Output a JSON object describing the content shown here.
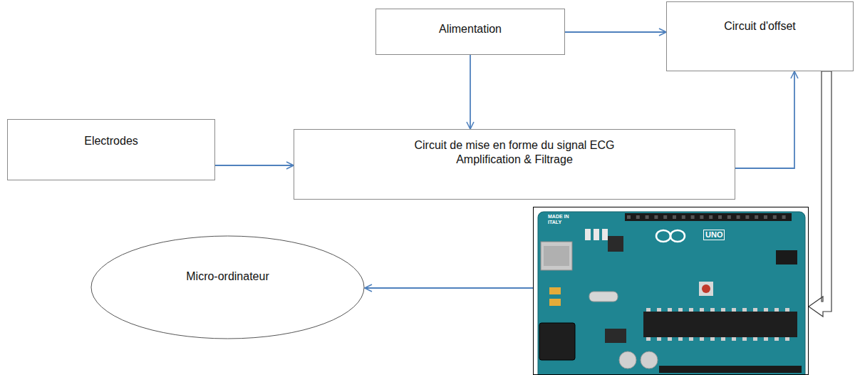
{
  "diagram": {
    "nodes": [
      {
        "text": [
          "Alimentation"
        ]
      },
      {
        "text": [
          "Circuit d'offset"
        ]
      },
      {
        "text": [
          "Electrodes"
        ]
      },
      {
        "text": [
          "Circuit de mise en forme du signal ECG",
          "Amplification & Filtrage"
        ]
      },
      {
        "text": [
          "MADE IN ITALY",
          "UNO"
        ]
      },
      {
        "text": [
          "Micro-ordinateur"
        ]
      }
    ],
    "edges": [
      {
        "from": 0,
        "to": 1,
        "arrow": "to"
      },
      {
        "from": 0,
        "to": 3,
        "arrow": "to"
      },
      {
        "from": 2,
        "to": 3,
        "arrow": "to"
      },
      {
        "from": 3,
        "to": 1,
        "arrow": "to"
      },
      {
        "from": 1,
        "to": 4,
        "arrow": "to"
      },
      {
        "from": 4,
        "to": 5,
        "arrow": "to"
      }
    ]
  }
}
